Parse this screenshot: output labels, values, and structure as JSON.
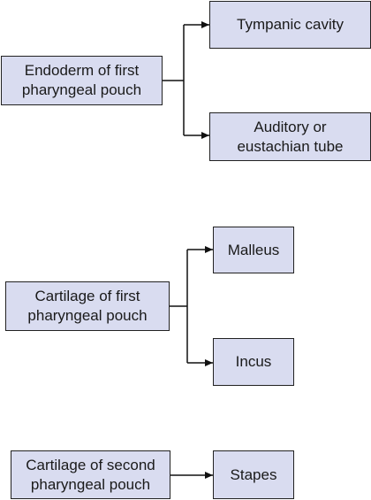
{
  "colors": {
    "box_fill": "#d9dcf0",
    "box_border": "#222222",
    "line": "#111111"
  },
  "groups": [
    {
      "source": "Endoderm of first pharyngeal pouch",
      "targets": [
        "Tympanic cavity",
        "Auditory or eustachian tube"
      ]
    },
    {
      "source": "Cartilage of first pharyngeal pouch",
      "targets": [
        "Malleus",
        "Incus"
      ]
    },
    {
      "source": "Cartilage of second pharyngeal pouch",
      "targets": [
        "Stapes"
      ]
    }
  ]
}
